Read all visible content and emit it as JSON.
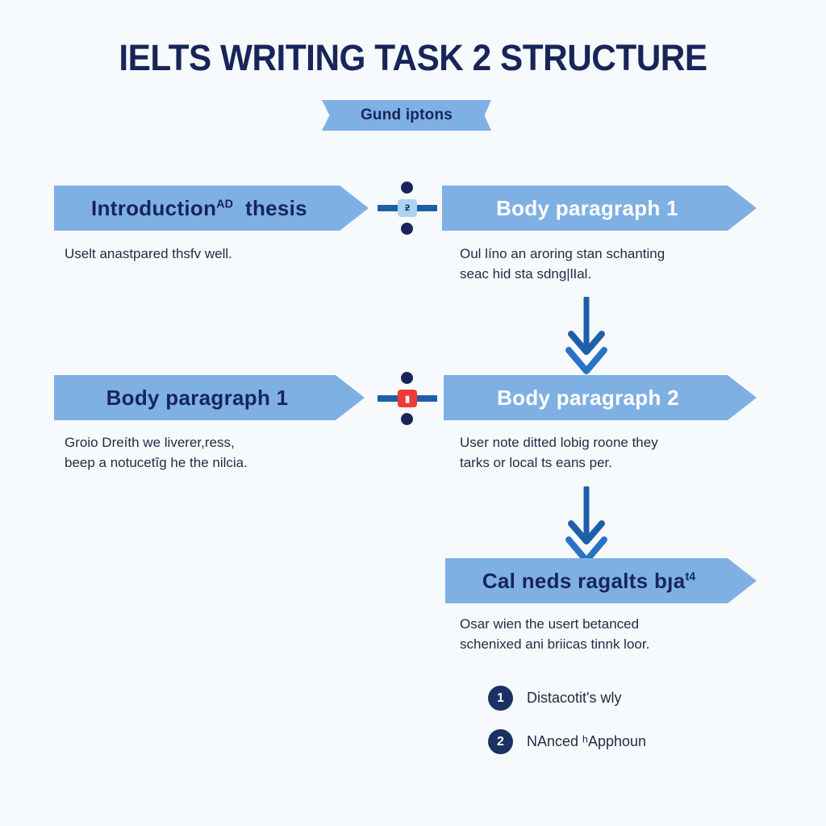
{
  "page": {
    "title": "IELTS WRITING TASK 2 STRUCTURE",
    "subtitle_ribbon": "Gund iptons",
    "background_color": "#f7fafc",
    "accent_color": "#7fb0e3",
    "navy_color": "#17255a",
    "connector_bar_color": "#1f5fa9",
    "alert_color": "#ee3b33"
  },
  "blocks": [
    {
      "id": "introduction-thesis",
      "heading_main": "Introduction",
      "heading_sup": "AD",
      "heading_tail": "thesis",
      "heading_text_color": "navy",
      "caption": "Uselt anastpared thsfv well."
    },
    {
      "id": "body-paragraph-1-top",
      "heading_main": "Body paragraph  1",
      "heading_sup": "",
      "heading_tail": "",
      "heading_text_color": "white",
      "caption": "Oul líno an aroring  stan schanting\nseac hid sta sdng|lIal."
    },
    {
      "id": "body-paragraph-1-bottom",
      "heading_main": "Body paragraph  1",
      "heading_sup": "",
      "heading_tail": "",
      "heading_text_color": "navy",
      "caption": "Groio Dreíth we liverer,ress,\nbeep a notucetîg he the nilcia."
    },
    {
      "id": "body-paragraph-2",
      "heading_main": "Body paragraph  2",
      "heading_sup": "",
      "heading_tail": "",
      "heading_text_color": "white",
      "caption": "User note ditted lobig roone they\ntarks or local ts eans per."
    },
    {
      "id": "conclusion",
      "heading_main": "Cal neds ragalts bȷa",
      "heading_sup": "t4",
      "heading_tail": "",
      "heading_text_color": "navy",
      "caption": "Osar wien the usert betanced\nschenixed ani briicas tinnk loor."
    }
  ],
  "connectors": [
    {
      "id": "connector-row-1",
      "chip_style": "blue",
      "chip_glyph": "ƻ"
    },
    {
      "id": "connector-row-2",
      "chip_style": "red",
      "chip_glyph": "▮"
    }
  ],
  "flow_arrows": [
    {
      "id": "flow-arrow-1",
      "direction": "down"
    },
    {
      "id": "flow-arrow-2",
      "direction": "down"
    }
  ],
  "numbered_list": [
    {
      "number": "1",
      "label": "Distacotit's wly"
    },
    {
      "number": "2",
      "label": "NAnced ʰApphoun"
    }
  ]
}
